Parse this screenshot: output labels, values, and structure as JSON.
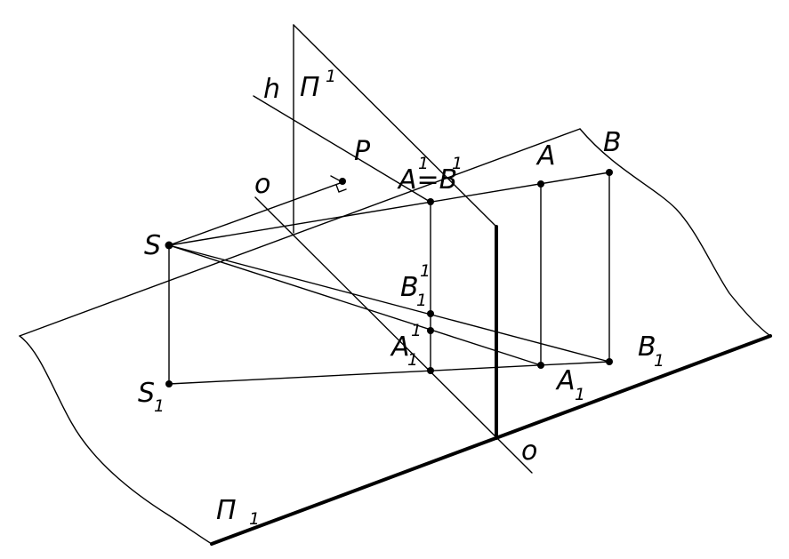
{
  "colors": {
    "ink": "#000000",
    "background": "#ffffff"
  },
  "labels": {
    "h": "h",
    "pi_prime": "П",
    "pi_prime_sup": "1",
    "P": "P",
    "o_upper": "o",
    "A_eq_B_base": "A=B",
    "A_eq_B_sup_a": "1",
    "A_eq_B_sup_b": "1",
    "A": "A",
    "B": "B",
    "S": "S",
    "S1": "S",
    "S1_sub": "1",
    "B1_prime": "B",
    "B1_prime_sup": "1",
    "B1_prime_sub": "1",
    "A1_prime": "A",
    "A1_prime_sup": "1",
    "A1_prime_sub": "1",
    "B1": "B",
    "B1_sub": "1",
    "A1": "A",
    "A1_sub": "1",
    "o_lower": "o",
    "pi_ground": "П",
    "pi_ground_sub": "1"
  }
}
